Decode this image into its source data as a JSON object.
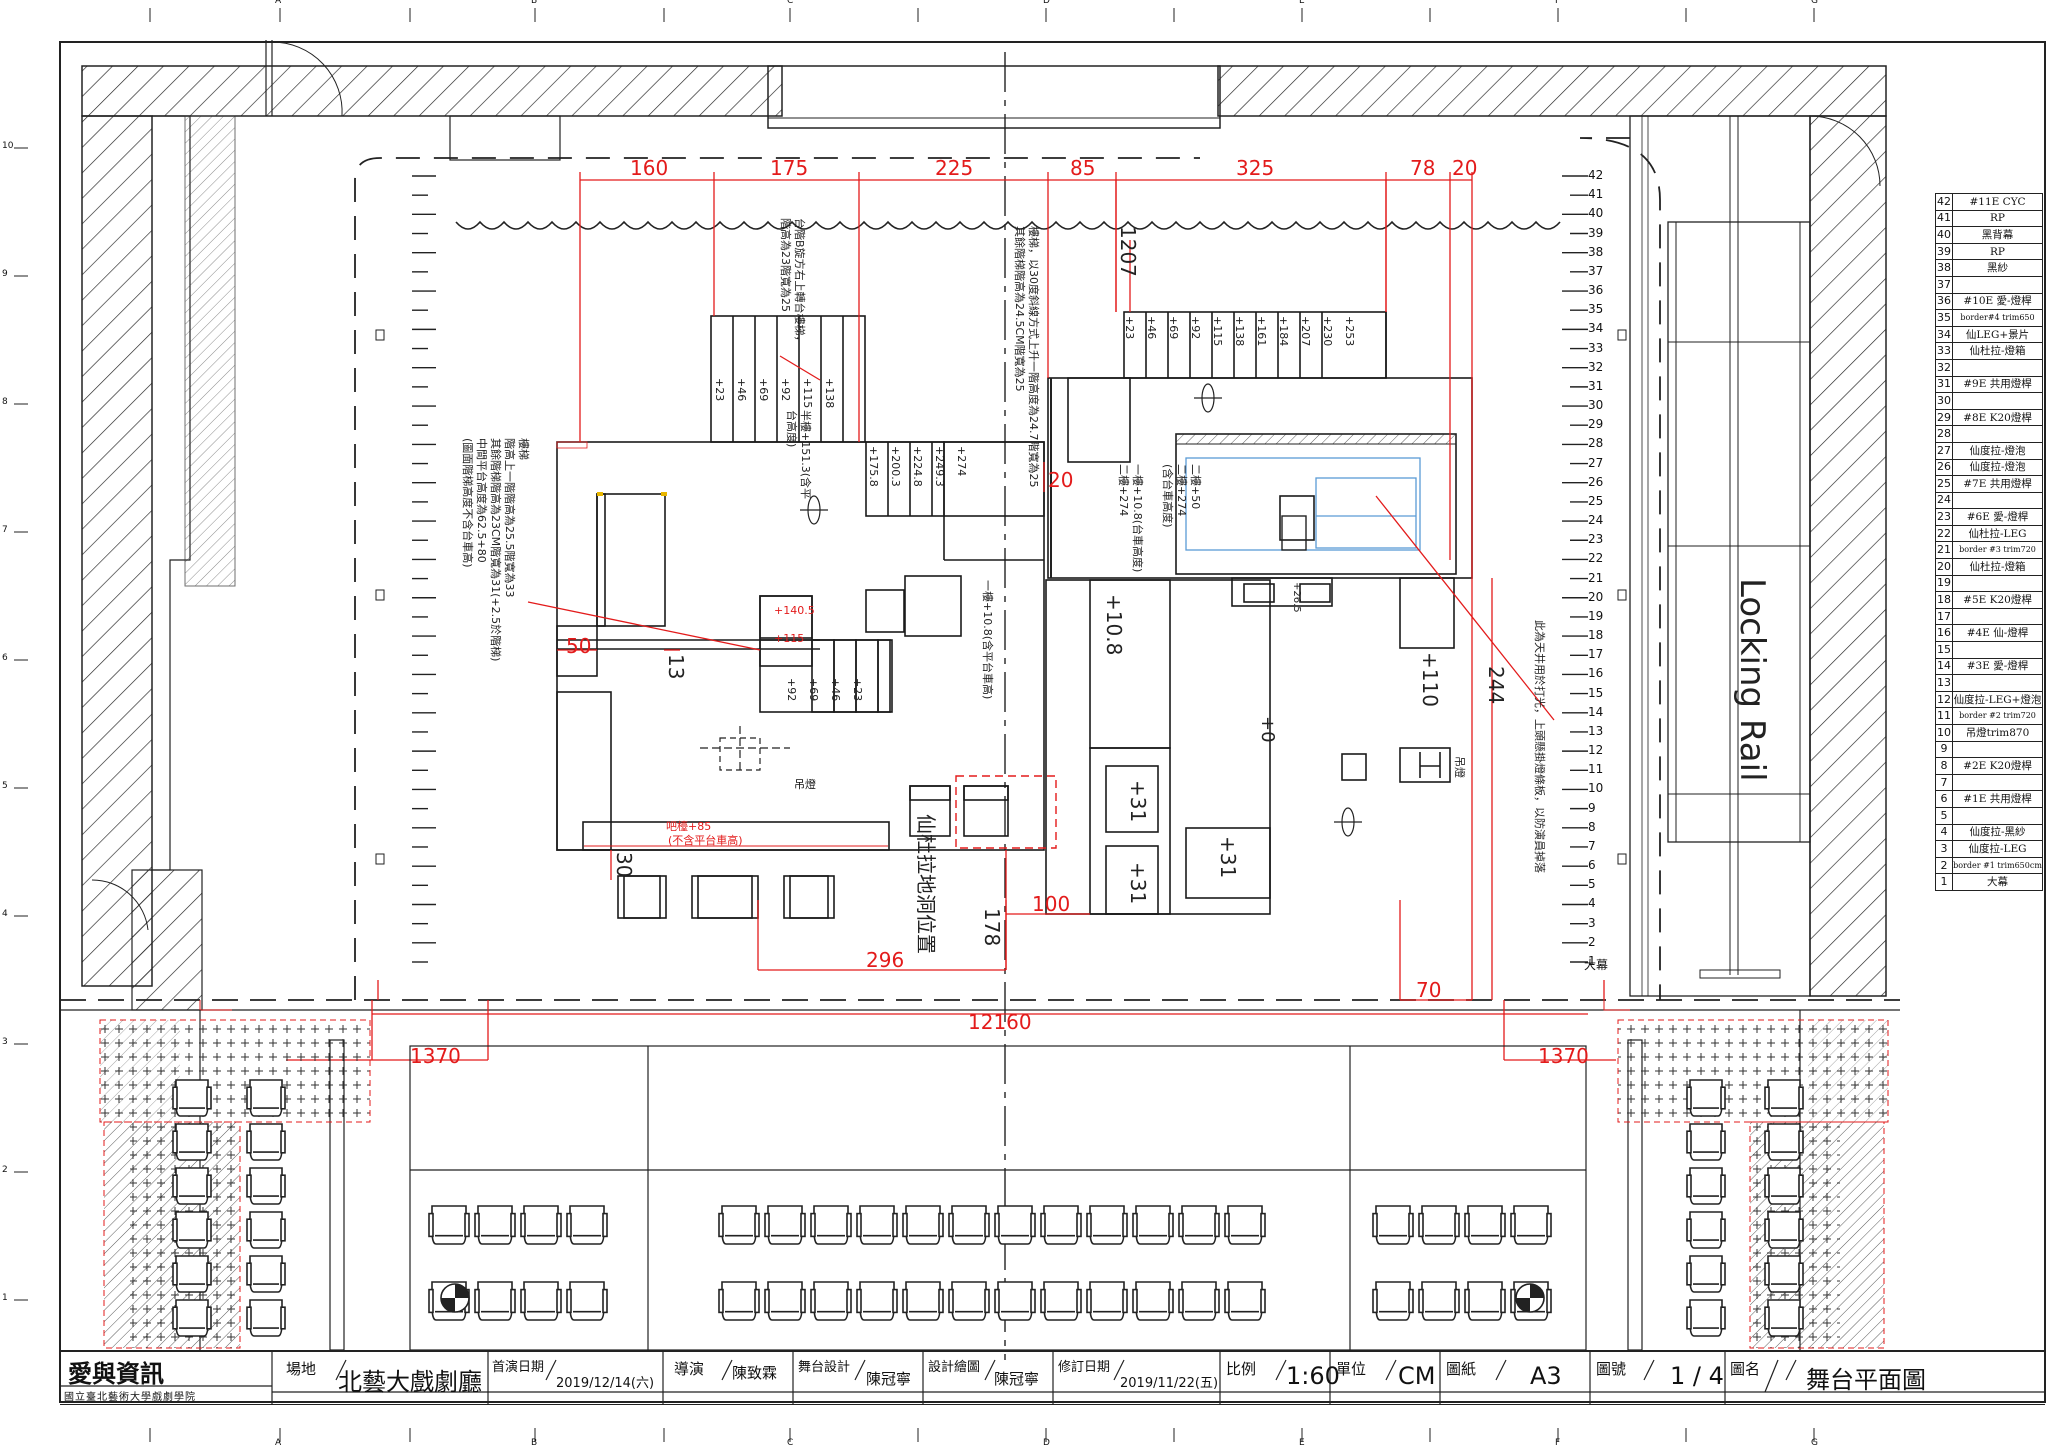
{
  "dimensions": {
    "top": [
      "160",
      "175",
      "225",
      "85",
      "325",
      "78",
      "20"
    ],
    "v1207": "1207",
    "v244": "244",
    "v178": "178",
    "h296": "296",
    "h100": "100",
    "h70": "70",
    "h12160": "12160",
    "h1370a": "1370",
    "h1370b": "1370",
    "d50": "50",
    "d13": "13",
    "d30": "30",
    "d20": "20"
  },
  "heights": {
    "h10_8": "+10.8",
    "h110": "+110",
    "h0": "+0",
    "h31a": "+31",
    "h31b": "+31",
    "h31c": "+31",
    "step_right": [
      "+23",
      "+46",
      "+69",
      "+92",
      "+115",
      "+138",
      "+161",
      "+184",
      "+207",
      "+230",
      "+253"
    ],
    "step_left": [
      "+23",
      "+46",
      "+69",
      "+92",
      "+115",
      "+138"
    ],
    "step_mid": [
      "+175.8",
      "+200.3",
      "+224.8",
      "+249.3",
      "+274"
    ],
    "step_low": [
      "+92",
      "+69",
      "+46",
      "+23"
    ],
    "h140_5": "+140.5",
    "h115": "+115",
    "h26_5": "+26.5"
  },
  "notes": {
    "n_left_top": "台階B旋方右上轉台樓梯，\n階高為23階寬為25",
    "n_mid_top": "樓梯，以30度斜線方式上升一階高度為24.7階寬為25\n其餘階梯階高為24.5CM階寬為25",
    "n_left_mid": "樓梯\n階高上一階階高為25.5階寬為33\n其餘階梯階高為23CM階寬為31(+2.5於階梯)\n中間平台高度為62.5+80\n(圖面階梯高度不含台車高)",
    "n_half": "半樓+151.3(含平\n台高度)",
    "n_floor1": "一樓+10.8(含平台車高)",
    "n_right_small": "一樓+10.8(台車高度)\n二樓+274",
    "n_right_small2": "二樓+50\n二樓+274\n(含台車高度)",
    "n_far_right": "此為天井用於打光，上頭懸掛燈條板，以防演員掉落",
    "n_bar": "吧檯+85",
    "n_bar_sub": "(不含平台車高)",
    "n_trap": "仙杜拉地洞位置",
    "hang_left": "吊燈",
    "hang_right": "吊燈"
  },
  "locking_rail": "Locking Rail",
  "batten_small": [
    "42",
    "41",
    "40",
    "39",
    "38",
    "37",
    "36",
    "35",
    "34",
    "33",
    "32",
    "31",
    "30",
    "29",
    "28",
    "27",
    "26",
    "25",
    "24",
    "23",
    "22",
    "21",
    "20",
    "19",
    "18",
    "17",
    "16",
    "15",
    "14",
    "13",
    "12",
    "11",
    "10",
    "9",
    "8",
    "7",
    "6",
    "5",
    "4",
    "3",
    "2",
    "1"
  ],
  "batten_last": "大幕",
  "legend": [
    {
      "n": "42",
      "v": "#11E CYC"
    },
    {
      "n": "41",
      "v": "RP"
    },
    {
      "n": "40",
      "v": "黑背幕"
    },
    {
      "n": "39",
      "v": "RP"
    },
    {
      "n": "38",
      "v": "黑紗"
    },
    {
      "n": "37",
      "v": ""
    },
    {
      "n": "36",
      "v": "#10E 愛-燈桿"
    },
    {
      "n": "35",
      "v": "border#4 trim650"
    },
    {
      "n": "34",
      "v": "仙LEG+景片"
    },
    {
      "n": "33",
      "v": "仙杜拉-燈箱"
    },
    {
      "n": "32",
      "v": ""
    },
    {
      "n": "31",
      "v": "#9E 共用燈桿"
    },
    {
      "n": "30",
      "v": ""
    },
    {
      "n": "29",
      "v": "#8E K20燈桿"
    },
    {
      "n": "28",
      "v": ""
    },
    {
      "n": "27",
      "v": "仙度拉-燈泡"
    },
    {
      "n": "26",
      "v": "仙度拉-燈泡"
    },
    {
      "n": "25",
      "v": "#7E 共用燈桿"
    },
    {
      "n": "24",
      "v": ""
    },
    {
      "n": "23",
      "v": "#6E 愛-燈桿"
    },
    {
      "n": "22",
      "v": "仙杜拉-LEG"
    },
    {
      "n": "21",
      "v": "border #3 trim720"
    },
    {
      "n": "20",
      "v": "仙杜拉-燈箱"
    },
    {
      "n": "19",
      "v": ""
    },
    {
      "n": "18",
      "v": "#5E K20燈桿"
    },
    {
      "n": "17",
      "v": ""
    },
    {
      "n": "16",
      "v": "#4E 仙-燈桿"
    },
    {
      "n": "15",
      "v": ""
    },
    {
      "n": "14",
      "v": "#3E 愛-燈桿"
    },
    {
      "n": "13",
      "v": ""
    },
    {
      "n": "12",
      "v": "仙度拉-LEG+燈泡"
    },
    {
      "n": "11",
      "v": "border #2 trim720"
    },
    {
      "n": "10",
      "v": "吊燈trim870"
    },
    {
      "n": "9",
      "v": ""
    },
    {
      "n": "8",
      "v": "#2E K20燈桿"
    },
    {
      "n": "7",
      "v": ""
    },
    {
      "n": "6",
      "v": "#1E 共用燈桿"
    },
    {
      "n": "5",
      "v": ""
    },
    {
      "n": "4",
      "v": "仙度拉-黑紗"
    },
    {
      "n": "3",
      "v": "仙度拉-LEG"
    },
    {
      "n": "2",
      "v": "border #1 trim650cm"
    },
    {
      "n": "1",
      "v": "大幕"
    }
  ],
  "grid_cols": [
    "A",
    "B",
    "C",
    "D",
    "E",
    "F",
    "G"
  ],
  "grid_rows": [
    "10",
    "9",
    "8",
    "7",
    "6",
    "5",
    "4",
    "3",
    "2",
    "1"
  ],
  "titleblock": {
    "show": "愛與資訊",
    "school": "國立臺北藝術大學戲劇學院",
    "venue_label": "場地",
    "venue": "北藝大戲劇廳",
    "premiere_label": "首演日期",
    "premiere": "2019/12/14(六)",
    "director_label": "導演",
    "director": "陳致霖",
    "designer_label": "舞台設計",
    "designer": "陳冠寧",
    "drafter_label": "設計繪圖",
    "drafter": "陳冠寧",
    "revised_label": "修訂日期",
    "revised": "2019/11/22(五)",
    "scale_label": "比例",
    "scale": "1:60",
    "unit_label": "單位",
    "unit": "CM",
    "paper_label": "圖紙",
    "paper": "A3",
    "sheet_label": "圖號",
    "sheet": "1 / 4",
    "name_label": "圖名",
    "name": "舞台平面圖"
  },
  "colors": {
    "line": "#1a1a1a",
    "dim": "#e31b1b",
    "blue": "#5b9bd5"
  }
}
